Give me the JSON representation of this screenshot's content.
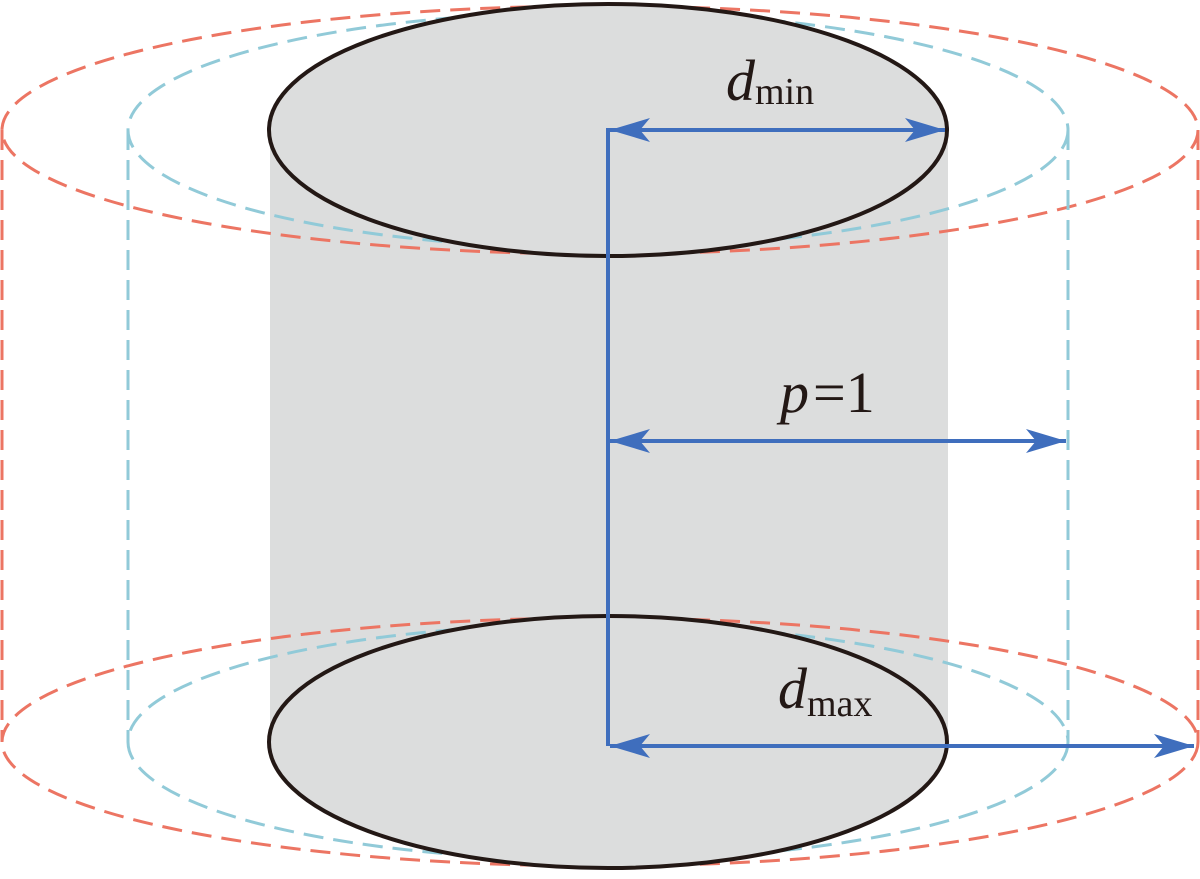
{
  "labels": {
    "d_min": {
      "base": "d",
      "sub": "min"
    },
    "d_max": {
      "base": "d",
      "sub": "max"
    },
    "p": {
      "var": "p",
      "rest": "=1"
    }
  },
  "colors": {
    "inner_fill": "#dcdddd",
    "inner_outline": "#231815",
    "arrow": "#3f6ebd",
    "dashed_red": "#ec7563",
    "dashed_blue": "#91cad8",
    "text": "#231815"
  },
  "icons": {
    "arrowhead": "arrowhead-icon"
  }
}
